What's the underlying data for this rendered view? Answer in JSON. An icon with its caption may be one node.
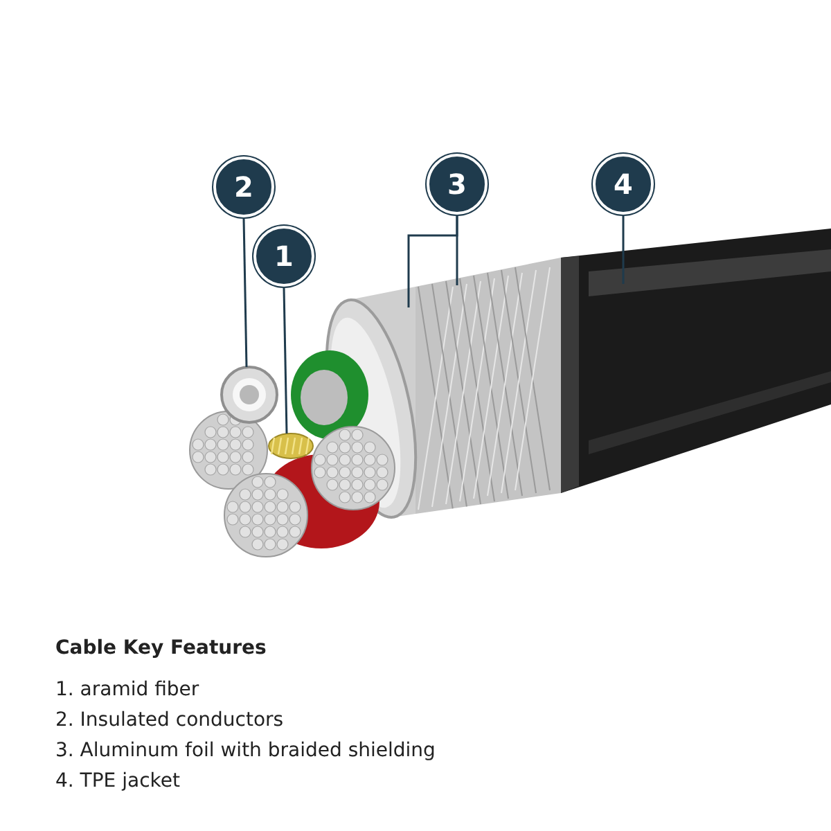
{
  "diagram": {
    "title": "Cable Key Features",
    "nodes": [
      {
        "text": [
          "2"
        ]
      },
      {
        "text": [
          "1"
        ]
      },
      {
        "text": [
          "3"
        ]
      },
      {
        "text": [
          "4"
        ]
      },
      {
        "text": [],
        "shape": "picture"
      },
      {
        "text": [],
        "shape": "picture"
      },
      {
        "text": [],
        "shape": "picture"
      },
      {
        "text": [],
        "shape": "picture"
      },
      {
        "text": [],
        "shape": "picture"
      }
    ],
    "edges": [
      {
        "from": 0,
        "to": 4,
        "arrow": "none"
      },
      {
        "from": 1,
        "to": 5,
        "arrow": "none"
      },
      {
        "from": 2,
        "to": 6,
        "arrow": "none"
      },
      {
        "from": 2,
        "to": 7,
        "arrow": "none"
      },
      {
        "from": 3,
        "to": 8,
        "arrow": "none"
      }
    ],
    "labels": [
      "1. aramid fiber",
      "2. Insulated conductors",
      "3. Aluminum foil with braided shielding",
      "4. TPE jacket"
    ]
  }
}
